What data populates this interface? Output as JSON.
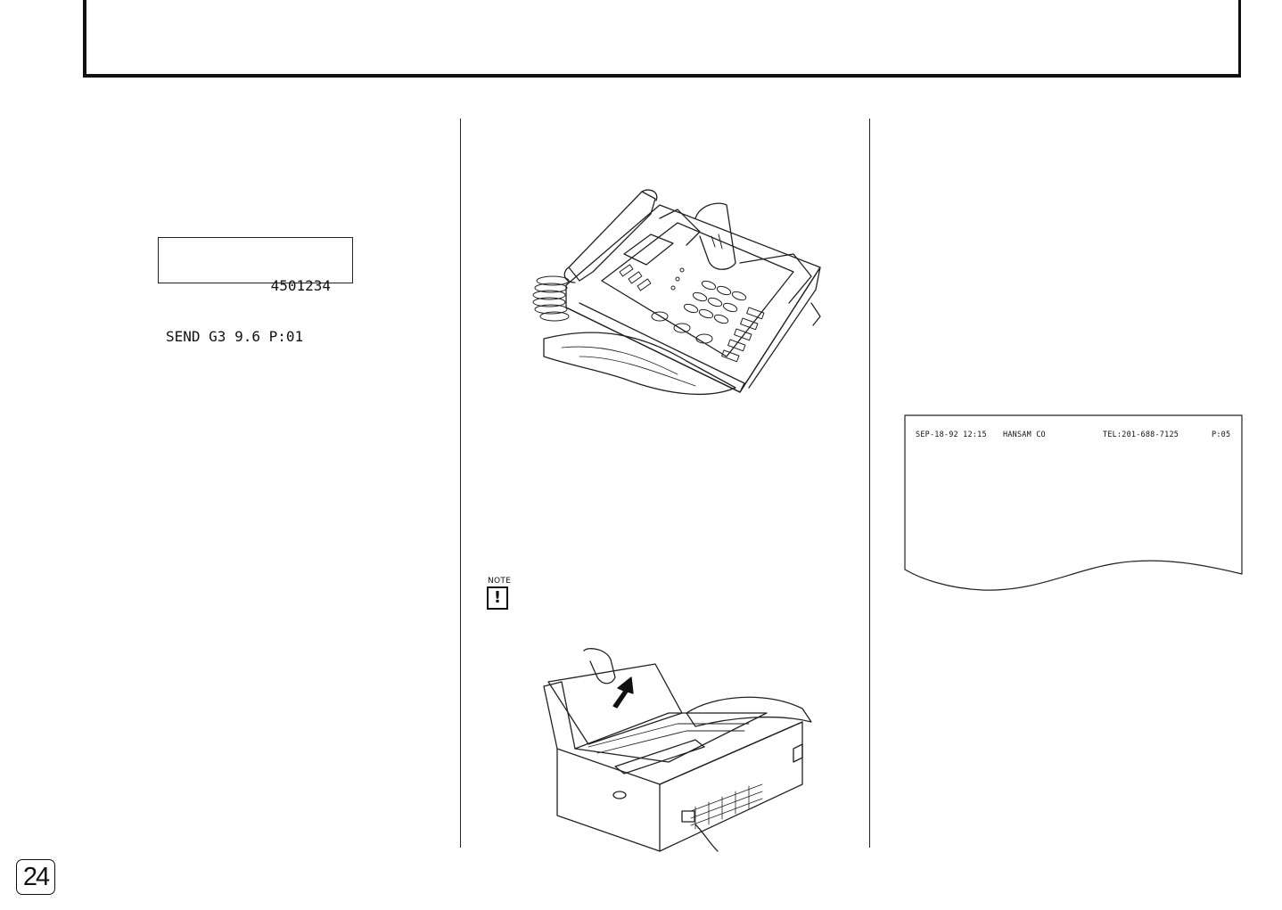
{
  "lcd": {
    "line1": "4501234",
    "line2": "SEND G3 9.6 P:01"
  },
  "note": {
    "label": "NOTE",
    "symbol": "!"
  },
  "fax_printout": {
    "date_time": "SEP-18-92 12:15",
    "sender": "HANSAM CO",
    "tel": "TEL:201-688-7125",
    "page": "P:05"
  },
  "page_number": "24",
  "illustrations": {
    "top": "fax-machine-document-feed",
    "bottom": "fax-machine-open-cover-document-removal",
    "printout": "received-fax-sheet"
  }
}
